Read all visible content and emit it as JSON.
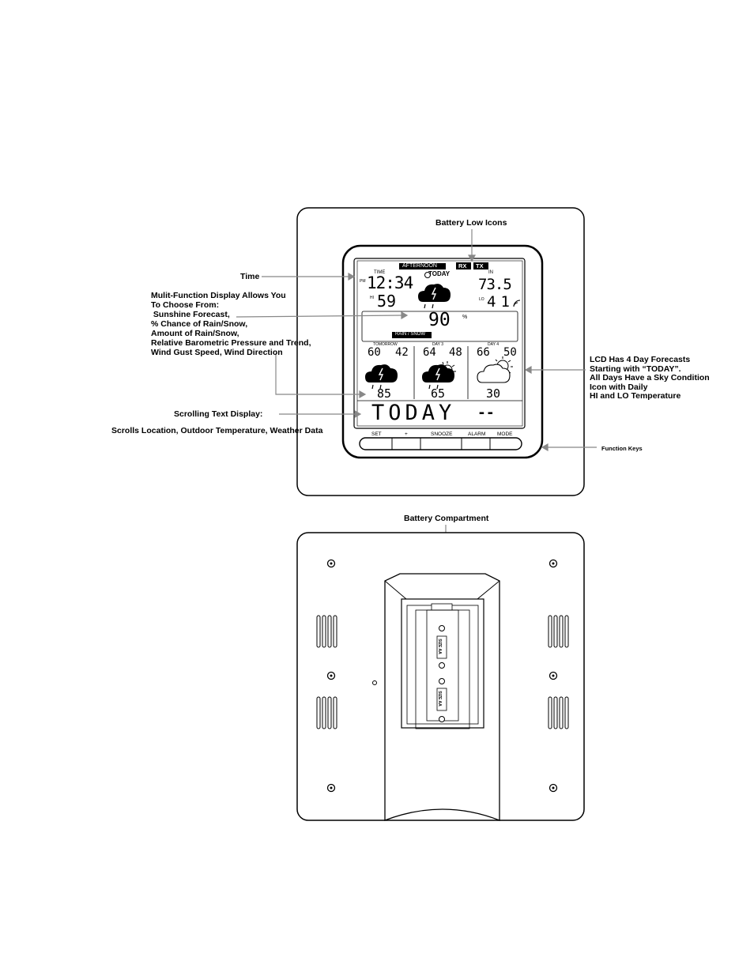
{
  "callouts": {
    "battery_low": "Battery Low Icons",
    "time": "Time",
    "multi_function": [
      "Mulit-Function Display Allows You",
      "To Choose From:",
      " Sunshine Forecast,",
      "% Chance of Rain/Snow,",
      "Amount of Rain/Snow,",
      "Relative Barometric Pressure and Trend,",
      "Wind Gust Speed, Wind Direction"
    ],
    "lcd_forecast": [
      "LCD Has 4 Day Forecasts",
      "Starting with “TODAY”.",
      "All Days Have a Sky Condition",
      "Icon with Daily",
      "HI and LO Temperature"
    ],
    "scrolling": "Scrolling Text Display:",
    "scrolls": "Scrolls Location, Outdoor Temperature, Weather Data",
    "function_keys": "Function Keys",
    "battery_compartment": "Battery Compartment"
  },
  "lcd": {
    "afternoon": "AFTERNOON",
    "rx": "RX",
    "tx": "TX",
    "time_label": "TIME",
    "pm": "PM",
    "time": "12:34",
    "today": "TODAY",
    "in_label": "IN",
    "in_temp": "73.5",
    "hi": "HI",
    "hi_temp": "59",
    "lo": "LO",
    "lo_temp": "41",
    "percent": "90",
    "percent_unit": "%",
    "rain_snow": "RAIN / SNOW",
    "day2_label": "TOMORROW",
    "day2_hi": "60",
    "day2_lo": "42",
    "day2_val": "85",
    "day3_label": "DAY 3",
    "day3_hi": "64",
    "day3_lo": "48",
    "day3_val": "65",
    "day4_label": "DAY 4",
    "day4_hi": "66",
    "day4_lo": "50",
    "day4_val": "30",
    "scroll_text": "TODAY",
    "scroll_dash": "--"
  },
  "keys": [
    "SET",
    "+",
    "SNOOZE",
    "ALARM",
    "MODE"
  ],
  "battery_labels": [
    "SIZE AA",
    "SIZE AA"
  ]
}
